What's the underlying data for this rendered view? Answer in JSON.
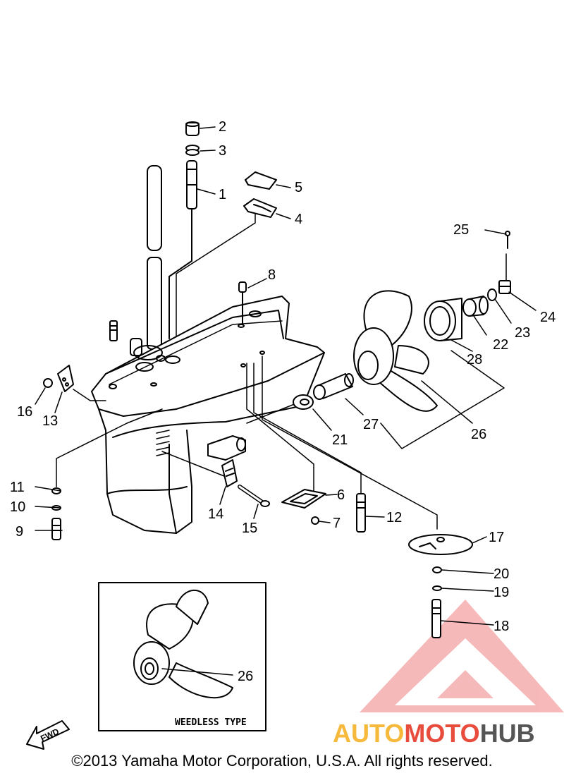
{
  "diagram": {
    "callouts": [
      "1",
      "2",
      "3",
      "4",
      "5",
      "6",
      "7",
      "8",
      "9",
      "10",
      "11",
      "12",
      "13",
      "14",
      "15",
      "16",
      "17",
      "18",
      "19",
      "20",
      "21",
      "22",
      "23",
      "24",
      "25",
      "26",
      "27",
      "28"
    ],
    "inset": {
      "callout": "26",
      "label": "WEEDLESS TYPE"
    },
    "fwd_label": "FWD"
  },
  "watermark": {
    "part1": "AUTO",
    "part2": "MOTO",
    "part3": "HUB",
    "colors": [
      "#f6b93b",
      "#e74c3c",
      "#555555"
    ]
  },
  "footer": {
    "copyright": "©2013 Yamaha Motor Corporation, U.S.A. All rights reserved."
  }
}
